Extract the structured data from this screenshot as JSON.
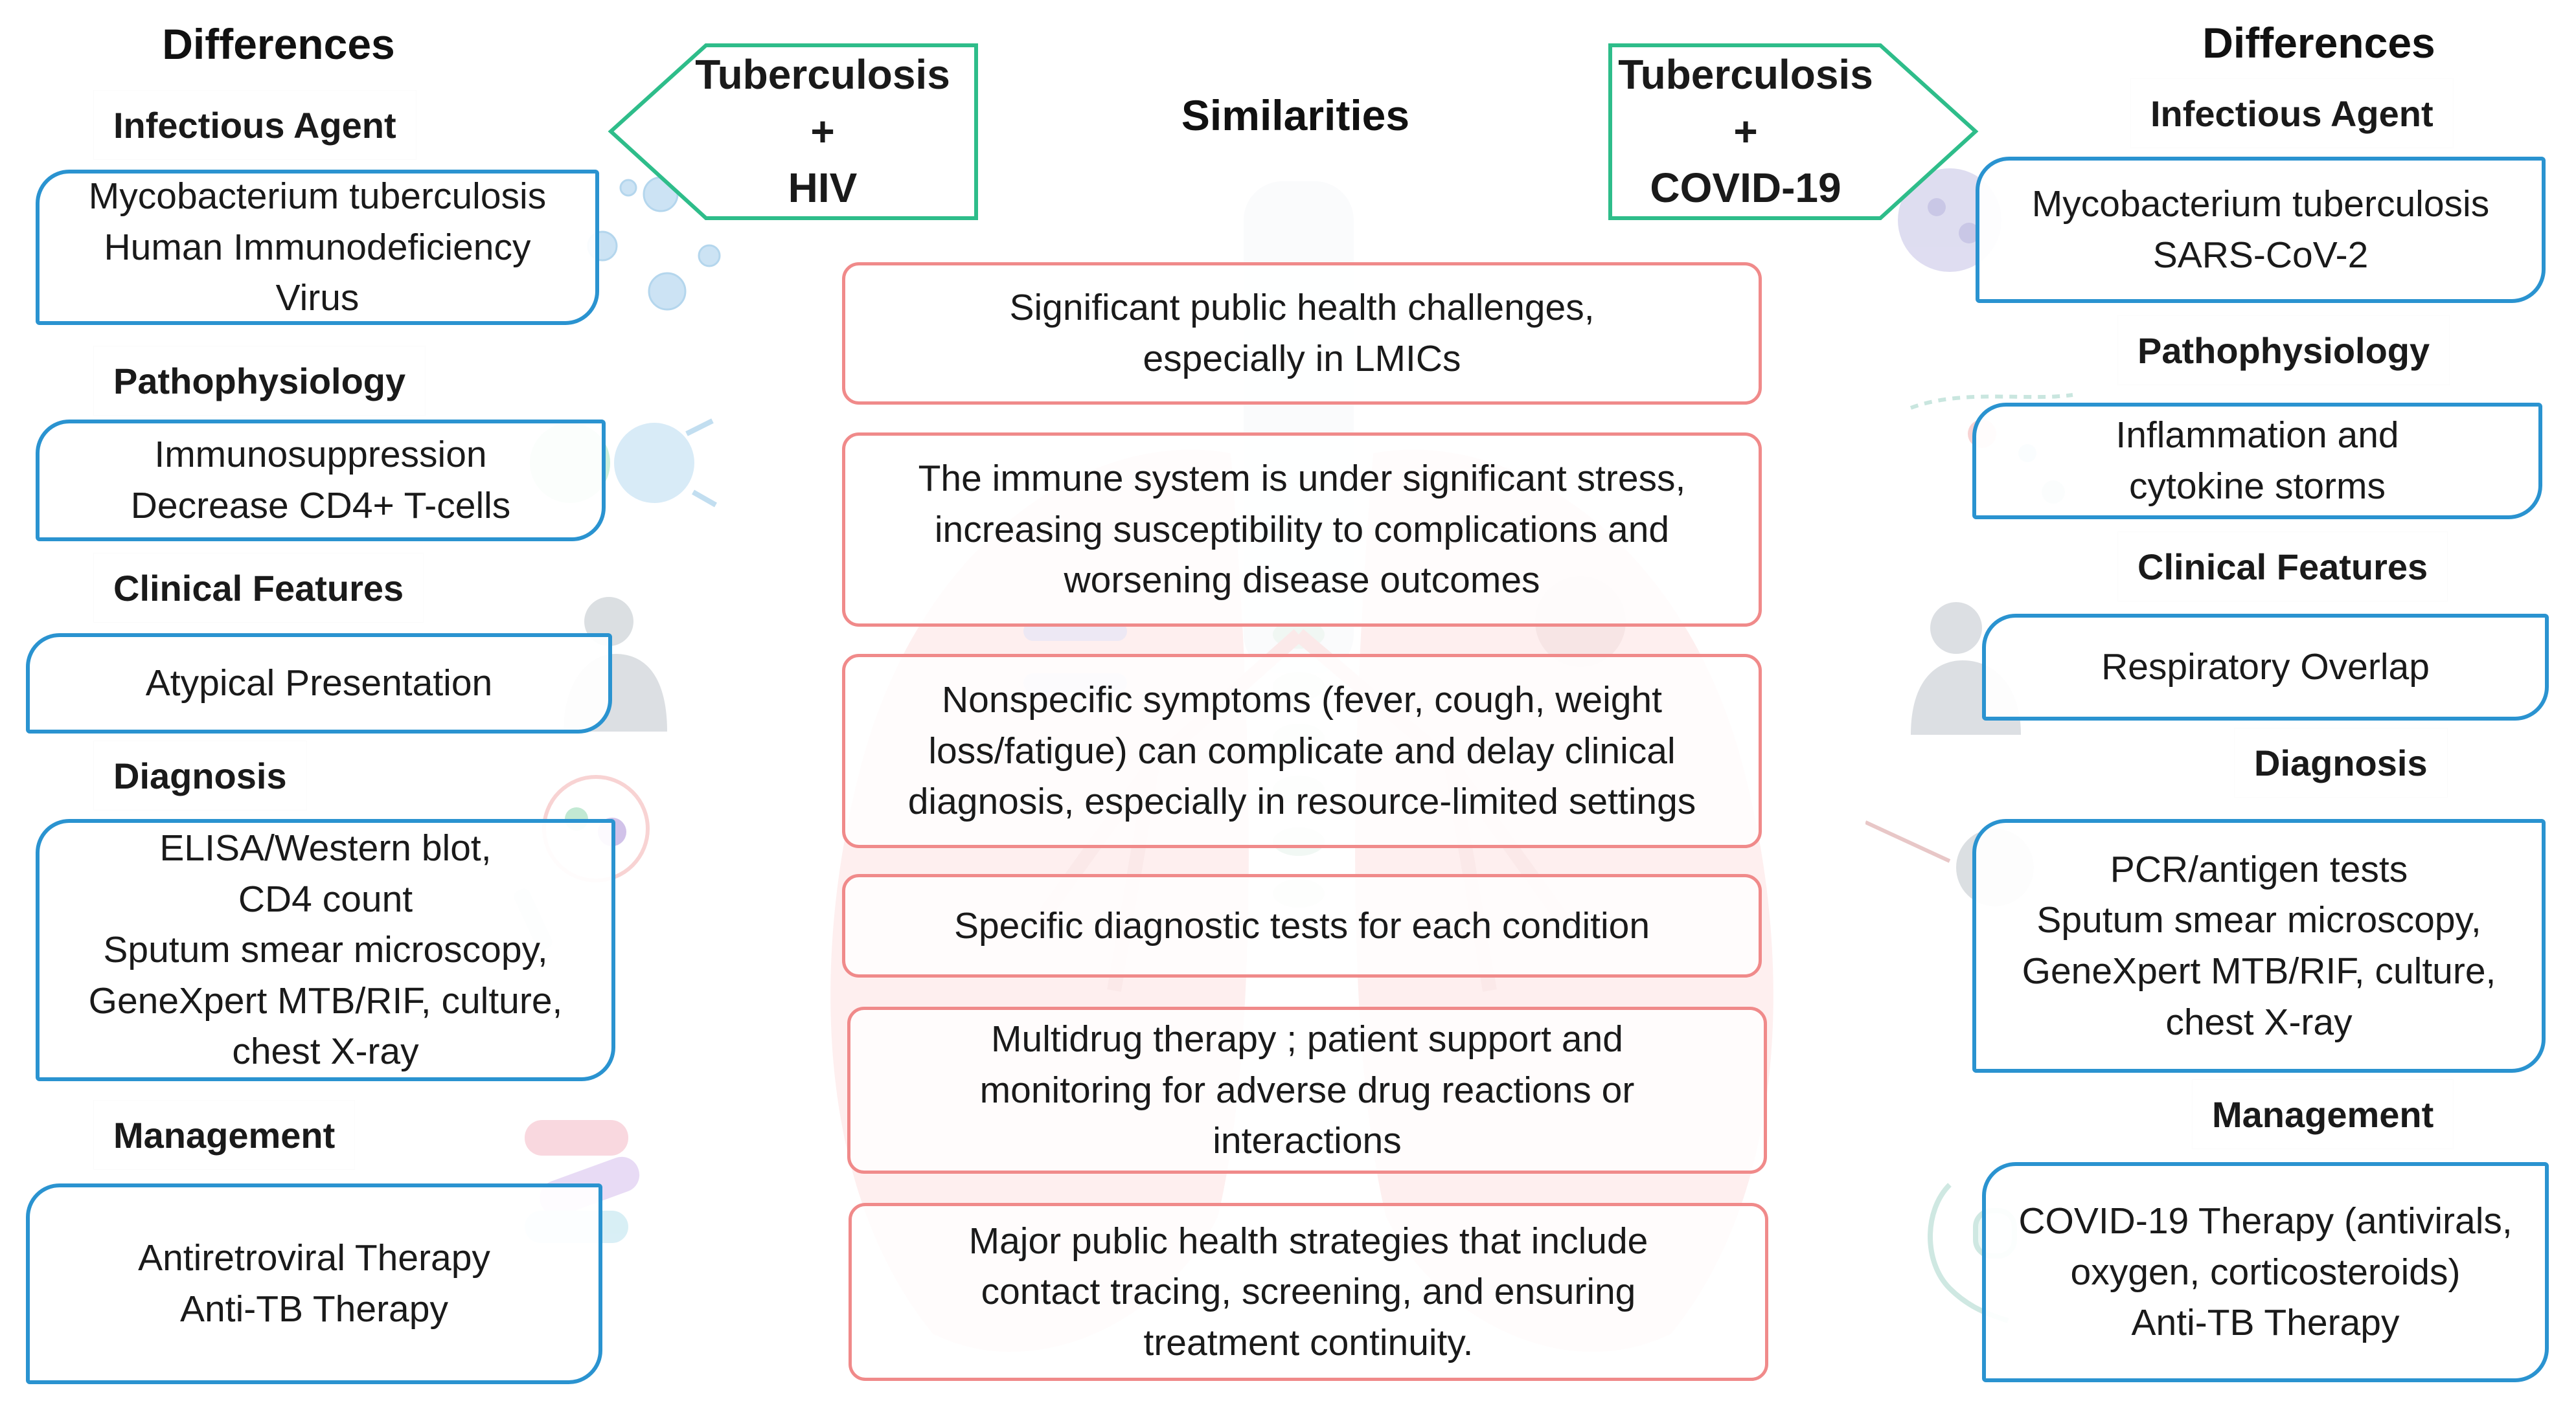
{
  "left": {
    "title": "Differences",
    "infectious_agent": {
      "label": "Infectious Agent",
      "lines": [
        "Mycobacterium tuberculosis",
        "Human Immunodeficiency",
        "Virus"
      ]
    },
    "pathophysiology": {
      "label": "Pathophysiology",
      "lines": [
        "Immunosuppression",
        "Decrease CD4+ T-cells"
      ]
    },
    "clinical_features": {
      "label": "Clinical Features",
      "lines": [
        "Atypical Presentation"
      ]
    },
    "diagnosis": {
      "label": "Diagnosis",
      "lines": [
        "ELISA/Western blot,",
        "CD4 count",
        "Sputum smear microscopy,",
        "GeneXpert MTB/RIF, culture,",
        "chest X-ray"
      ]
    },
    "management": {
      "label": "Management",
      "lines": [
        "Antiretroviral Therapy",
        "Anti-TB Therapy"
      ]
    }
  },
  "right": {
    "title": "Differences",
    "infectious_agent": {
      "label": "Infectious Agent",
      "lines": [
        "Mycobacterium tuberculosis",
        "SARS-CoV-2"
      ]
    },
    "pathophysiology": {
      "label": "Pathophysiology",
      "lines": [
        "Inflammation and",
        "cytokine storms"
      ]
    },
    "clinical_features": {
      "label": "Clinical Features",
      "lines": [
        "Respiratory Overlap"
      ]
    },
    "diagnosis": {
      "label": "Diagnosis",
      "lines": [
        "PCR/antigen tests",
        "Sputum smear microscopy,",
        "GeneXpert MTB/RIF, culture,",
        "chest X-ray"
      ]
    },
    "management": {
      "label": "Management",
      "lines": [
        "COVID-19 Therapy (antivirals,",
        "oxygen, corticosteroids)",
        "Anti-TB Therapy"
      ]
    }
  },
  "arrow_left": {
    "lines": [
      "Tuberculosis",
      "+",
      "HIV"
    ]
  },
  "arrow_right": {
    "lines": [
      "Tuberculosis",
      "+",
      "COVID-19"
    ]
  },
  "similarities": {
    "title": "Similarities",
    "items": [
      {
        "lines": [
          "Significant public health challenges,",
          "especially in LMICs"
        ]
      },
      {
        "lines": [
          "The immune system is under significant stress,",
          "increasing susceptibility to complications and",
          "worsening disease outcomes"
        ]
      },
      {
        "lines": [
          "Nonspecific symptoms (fever, cough, weight",
          "loss/fatigue) can complicate and delay clinical",
          "diagnosis, especially in resource-limited settings"
        ]
      },
      {
        "lines": [
          "Specific diagnostic tests for each condition"
        ]
      },
      {
        "lines": [
          "Multidrug therapy ; patient support and",
          "monitoring for adverse drug reactions or",
          "interactions"
        ]
      },
      {
        "lines": [
          "Major public health strategies that include",
          "contact tracing, screening, and ensuring",
          "treatment continuity."
        ]
      }
    ]
  },
  "colors": {
    "blue_border": "#2a93d0",
    "red_border": "#f08a8a",
    "green_arrow": "#2ebd8a"
  },
  "icons": [
    "lungs-illustration",
    "virus-icon",
    "immune-cell-icon",
    "coughing-person-icon",
    "blood-test-icon",
    "pills-icon",
    "covid-virus-icon",
    "cytokine-icon",
    "swab-test-icon",
    "oxygen-mask-icon"
  ]
}
